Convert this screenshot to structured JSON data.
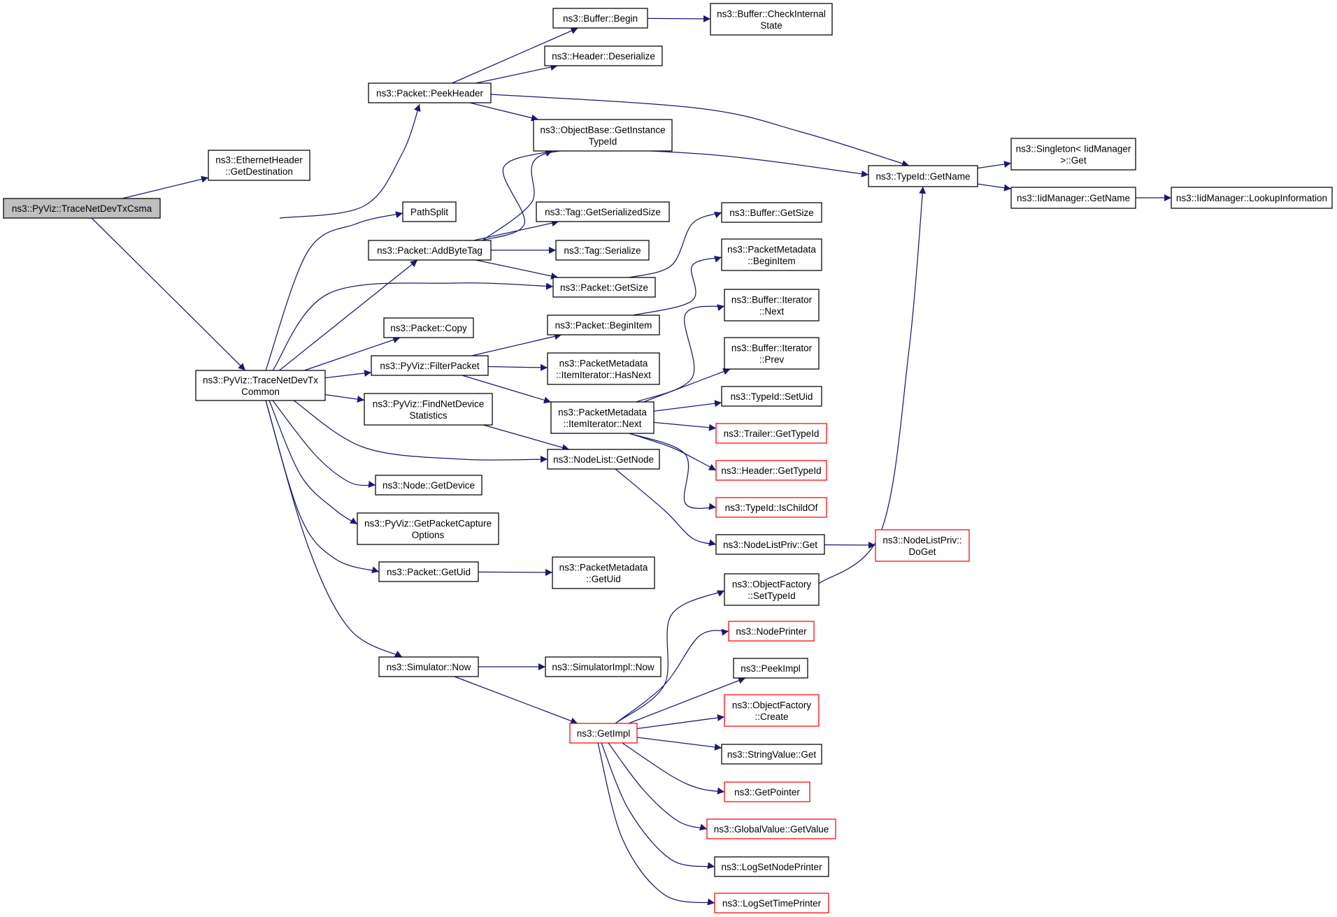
{
  "graph": {
    "colors": {
      "edge": "#191970",
      "border": "#000000",
      "truncated_border": "#ff0000",
      "root_fill": "#bfbfbf"
    },
    "nodes": {
      "root": {
        "lines": [
          "ns3::PyViz::TraceNetDevTxCsma"
        ],
        "root": true
      },
      "eth_getdest": {
        "lines": [
          "ns3::EthernetHeader",
          "::GetDestination"
        ]
      },
      "peekheader": {
        "lines": [
          "ns3::Packet::PeekHeader"
        ]
      },
      "tracecommon": {
        "lines": [
          "ns3::PyViz::TraceNetDevTx",
          "Common"
        ]
      },
      "buffer_begin": {
        "lines": [
          "ns3::Buffer::Begin"
        ]
      },
      "buffer_checkinternal": {
        "lines": [
          "ns3::Buffer::CheckInternal",
          "State"
        ]
      },
      "header_deserialize": {
        "lines": [
          "ns3::Header::Deserialize"
        ]
      },
      "objectbase_getinstance": {
        "lines": [
          "ns3::ObjectBase::GetInstance",
          "TypeId"
        ]
      },
      "typeid_getname": {
        "lines": [
          "ns3::TypeId::GetName"
        ]
      },
      "singleton_get": {
        "lines": [
          "ns3::Singleton< IidManager",
          ">::Get"
        ]
      },
      "iidmanager_getname": {
        "lines": [
          "ns3::IidManager::GetName"
        ]
      },
      "iidmanager_lookup": {
        "lines": [
          "ns3::IidManager::LookupInformation"
        ]
      },
      "pathsplit": {
        "lines": [
          "PathSplit"
        ]
      },
      "addbytetag": {
        "lines": [
          "ns3::Packet::AddByteTag"
        ]
      },
      "tag_getserializedsize": {
        "lines": [
          "ns3::Tag::GetSerializedSize"
        ]
      },
      "tag_serialize": {
        "lines": [
          "ns3::Tag::Serialize"
        ]
      },
      "packet_getsize": {
        "lines": [
          "ns3::Packet::GetSize"
        ]
      },
      "buffer_getsize": {
        "lines": [
          "ns3::Buffer::GetSize"
        ]
      },
      "pm_beginitem": {
        "lines": [
          "ns3::PacketMetadata",
          "::BeginItem"
        ]
      },
      "packet_copy": {
        "lines": [
          "ns3::Packet::Copy"
        ]
      },
      "packet_beginitem": {
        "lines": [
          "ns3::Packet::BeginItem"
        ]
      },
      "bufferit_next": {
        "lines": [
          "ns3::Buffer::Iterator",
          "::Next"
        ]
      },
      "bufferit_prev": {
        "lines": [
          "ns3::Buffer::Iterator",
          "::Prev"
        ]
      },
      "filterpacket": {
        "lines": [
          "ns3::PyViz::FilterPacket"
        ]
      },
      "pmit_hasnext": {
        "lines": [
          "ns3::PacketMetadata",
          "::ItemIterator::HasNext"
        ]
      },
      "typeid_setuid": {
        "lines": [
          "ns3::TypeId::SetUid"
        ]
      },
      "findnetdevice": {
        "lines": [
          "ns3::PyViz::FindNetDevice",
          "Statistics"
        ]
      },
      "pmit_next": {
        "lines": [
          "ns3::PacketMetadata",
          "::ItemIterator::Next"
        ]
      },
      "trailer_gettypeid": {
        "lines": [
          "ns3::Trailer::GetTypeId"
        ],
        "truncated": true
      },
      "nodelist_getnode": {
        "lines": [
          "ns3::NodeList::GetNode"
        ]
      },
      "header_gettypeid": {
        "lines": [
          "ns3::Header::GetTypeId"
        ],
        "truncated": true
      },
      "node_getdevice": {
        "lines": [
          "ns3::Node::GetDevice"
        ]
      },
      "typeid_ischildof": {
        "lines": [
          "ns3::TypeId::IsChildOf"
        ],
        "truncated": true
      },
      "getpacketcapture": {
        "lines": [
          "ns3::PyViz::GetPacketCapture",
          "Options"
        ]
      },
      "nodelistpriv_get": {
        "lines": [
          "ns3::NodeListPriv::Get"
        ]
      },
      "nodelistpriv_doget": {
        "lines": [
          "ns3::NodeListPriv::",
          "DoGet"
        ],
        "truncated": true
      },
      "packet_getuid": {
        "lines": [
          "ns3::Packet::GetUid"
        ]
      },
      "pm_getuid": {
        "lines": [
          "ns3::PacketMetadata",
          "::GetUid"
        ]
      },
      "objfactory_settypeid": {
        "lines": [
          "ns3::ObjectFactory",
          "::SetTypeId"
        ]
      },
      "nodeprinter": {
        "lines": [
          "ns3::NodePrinter"
        ],
        "truncated": true
      },
      "simulator_now": {
        "lines": [
          "ns3::Simulator::Now"
        ]
      },
      "simimpl_now": {
        "lines": [
          "ns3::SimulatorImpl::Now"
        ]
      },
      "peekimpl": {
        "lines": [
          "ns3::PeekImpl"
        ]
      },
      "objfactory_create": {
        "lines": [
          "ns3::ObjectFactory",
          "::Create"
        ],
        "truncated": true
      },
      "getimpl": {
        "lines": [
          "ns3::GetImpl"
        ],
        "truncated": true
      },
      "stringvalue_get": {
        "lines": [
          "ns3::StringValue::Get"
        ]
      },
      "getpointer": {
        "lines": [
          "ns3::GetPointer"
        ],
        "truncated": true
      },
      "globalvalue_getvalue": {
        "lines": [
          "ns3::GlobalValue::GetValue"
        ],
        "truncated": true
      },
      "logsetnodeprinter": {
        "lines": [
          "ns3::LogSetNodePrinter"
        ]
      },
      "logsettimeprinter": {
        "lines": [
          "ns3::LogSetTimePrinter"
        ],
        "truncated": true
      }
    },
    "edges": [
      [
        "root",
        "eth_getdest"
      ],
      [
        "root",
        "peekheader"
      ],
      [
        "root",
        "tracecommon"
      ],
      [
        "peekheader",
        "buffer_begin"
      ],
      [
        "peekheader",
        "header_deserialize"
      ],
      [
        "peekheader",
        "objectbase_getinstance"
      ],
      [
        "peekheader",
        "typeid_getname"
      ],
      [
        "buffer_begin",
        "buffer_checkinternal"
      ],
      [
        "typeid_getname",
        "singleton_get"
      ],
      [
        "typeid_getname",
        "iidmanager_getname"
      ],
      [
        "iidmanager_getname",
        "iidmanager_lookup"
      ],
      [
        "tracecommon",
        "pathsplit"
      ],
      [
        "tracecommon",
        "addbytetag"
      ],
      [
        "tracecommon",
        "packet_getsize"
      ],
      [
        "tracecommon",
        "packet_copy"
      ],
      [
        "tracecommon",
        "filterpacket"
      ],
      [
        "tracecommon",
        "findnetdevice"
      ],
      [
        "tracecommon",
        "nodelist_getnode"
      ],
      [
        "tracecommon",
        "node_getdevice"
      ],
      [
        "tracecommon",
        "getpacketcapture"
      ],
      [
        "tracecommon",
        "packet_getuid"
      ],
      [
        "tracecommon",
        "simulator_now"
      ],
      [
        "addbytetag",
        "objectbase_getinstance"
      ],
      [
        "addbytetag",
        "typeid_getname"
      ],
      [
        "addbytetag",
        "tag_getserializedsize"
      ],
      [
        "addbytetag",
        "tag_serialize"
      ],
      [
        "addbytetag",
        "packet_getsize"
      ],
      [
        "packet_getsize",
        "buffer_getsize"
      ],
      [
        "filterpacket",
        "packet_beginitem"
      ],
      [
        "filterpacket",
        "pmit_hasnext"
      ],
      [
        "filterpacket",
        "pmit_next"
      ],
      [
        "packet_beginitem",
        "pm_beginitem"
      ],
      [
        "pmit_next",
        "bufferit_next"
      ],
      [
        "pmit_next",
        "bufferit_prev"
      ],
      [
        "pmit_next",
        "typeid_setuid"
      ],
      [
        "pmit_next",
        "trailer_gettypeid"
      ],
      [
        "pmit_next",
        "header_gettypeid"
      ],
      [
        "pmit_next",
        "typeid_ischildof"
      ],
      [
        "findnetdevice",
        "nodelist_getnode"
      ],
      [
        "nodelist_getnode",
        "nodelistpriv_get"
      ],
      [
        "nodelistpriv_get",
        "nodelistpriv_doget"
      ],
      [
        "packet_getuid",
        "pm_getuid"
      ],
      [
        "simulator_now",
        "simimpl_now"
      ],
      [
        "simulator_now",
        "getimpl"
      ],
      [
        "getimpl",
        "objfactory_settypeid"
      ],
      [
        "getimpl",
        "nodeprinter"
      ],
      [
        "getimpl",
        "peekimpl"
      ],
      [
        "getimpl",
        "objfactory_create"
      ],
      [
        "getimpl",
        "stringvalue_get"
      ],
      [
        "getimpl",
        "getpointer"
      ],
      [
        "getimpl",
        "globalvalue_getvalue"
      ],
      [
        "getimpl",
        "logsetnodeprinter"
      ],
      [
        "getimpl",
        "logsettimeprinter"
      ],
      [
        "objfactory_settypeid",
        "typeid_getname"
      ]
    ]
  }
}
